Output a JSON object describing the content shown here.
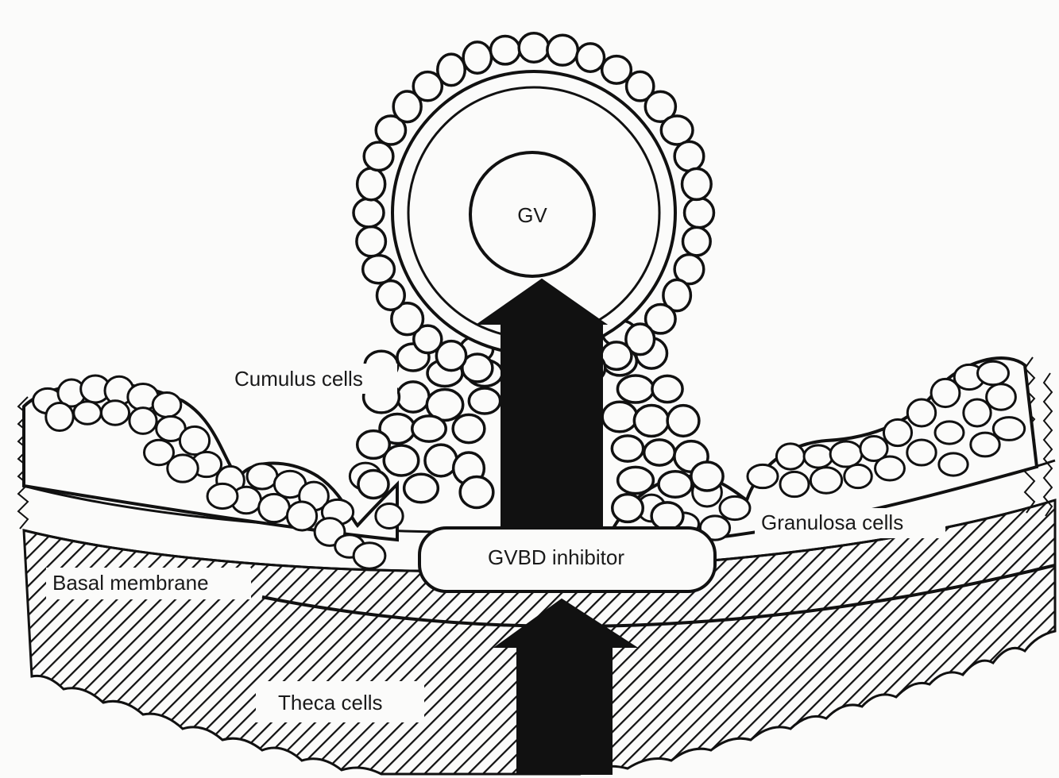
{
  "labels": {
    "gv": "GV",
    "cumulus_cells": "Cumulus cells",
    "granulosa_cells": "Granulosa cells",
    "gvbd_inhibitor": "GVBD inhibitor",
    "basal_membrane": "Basal membrane",
    "theca_cells": "Theca cells"
  },
  "colors": {
    "ink": "#111111",
    "paper": "#fbfbfa",
    "arrow": "#111111"
  }
}
